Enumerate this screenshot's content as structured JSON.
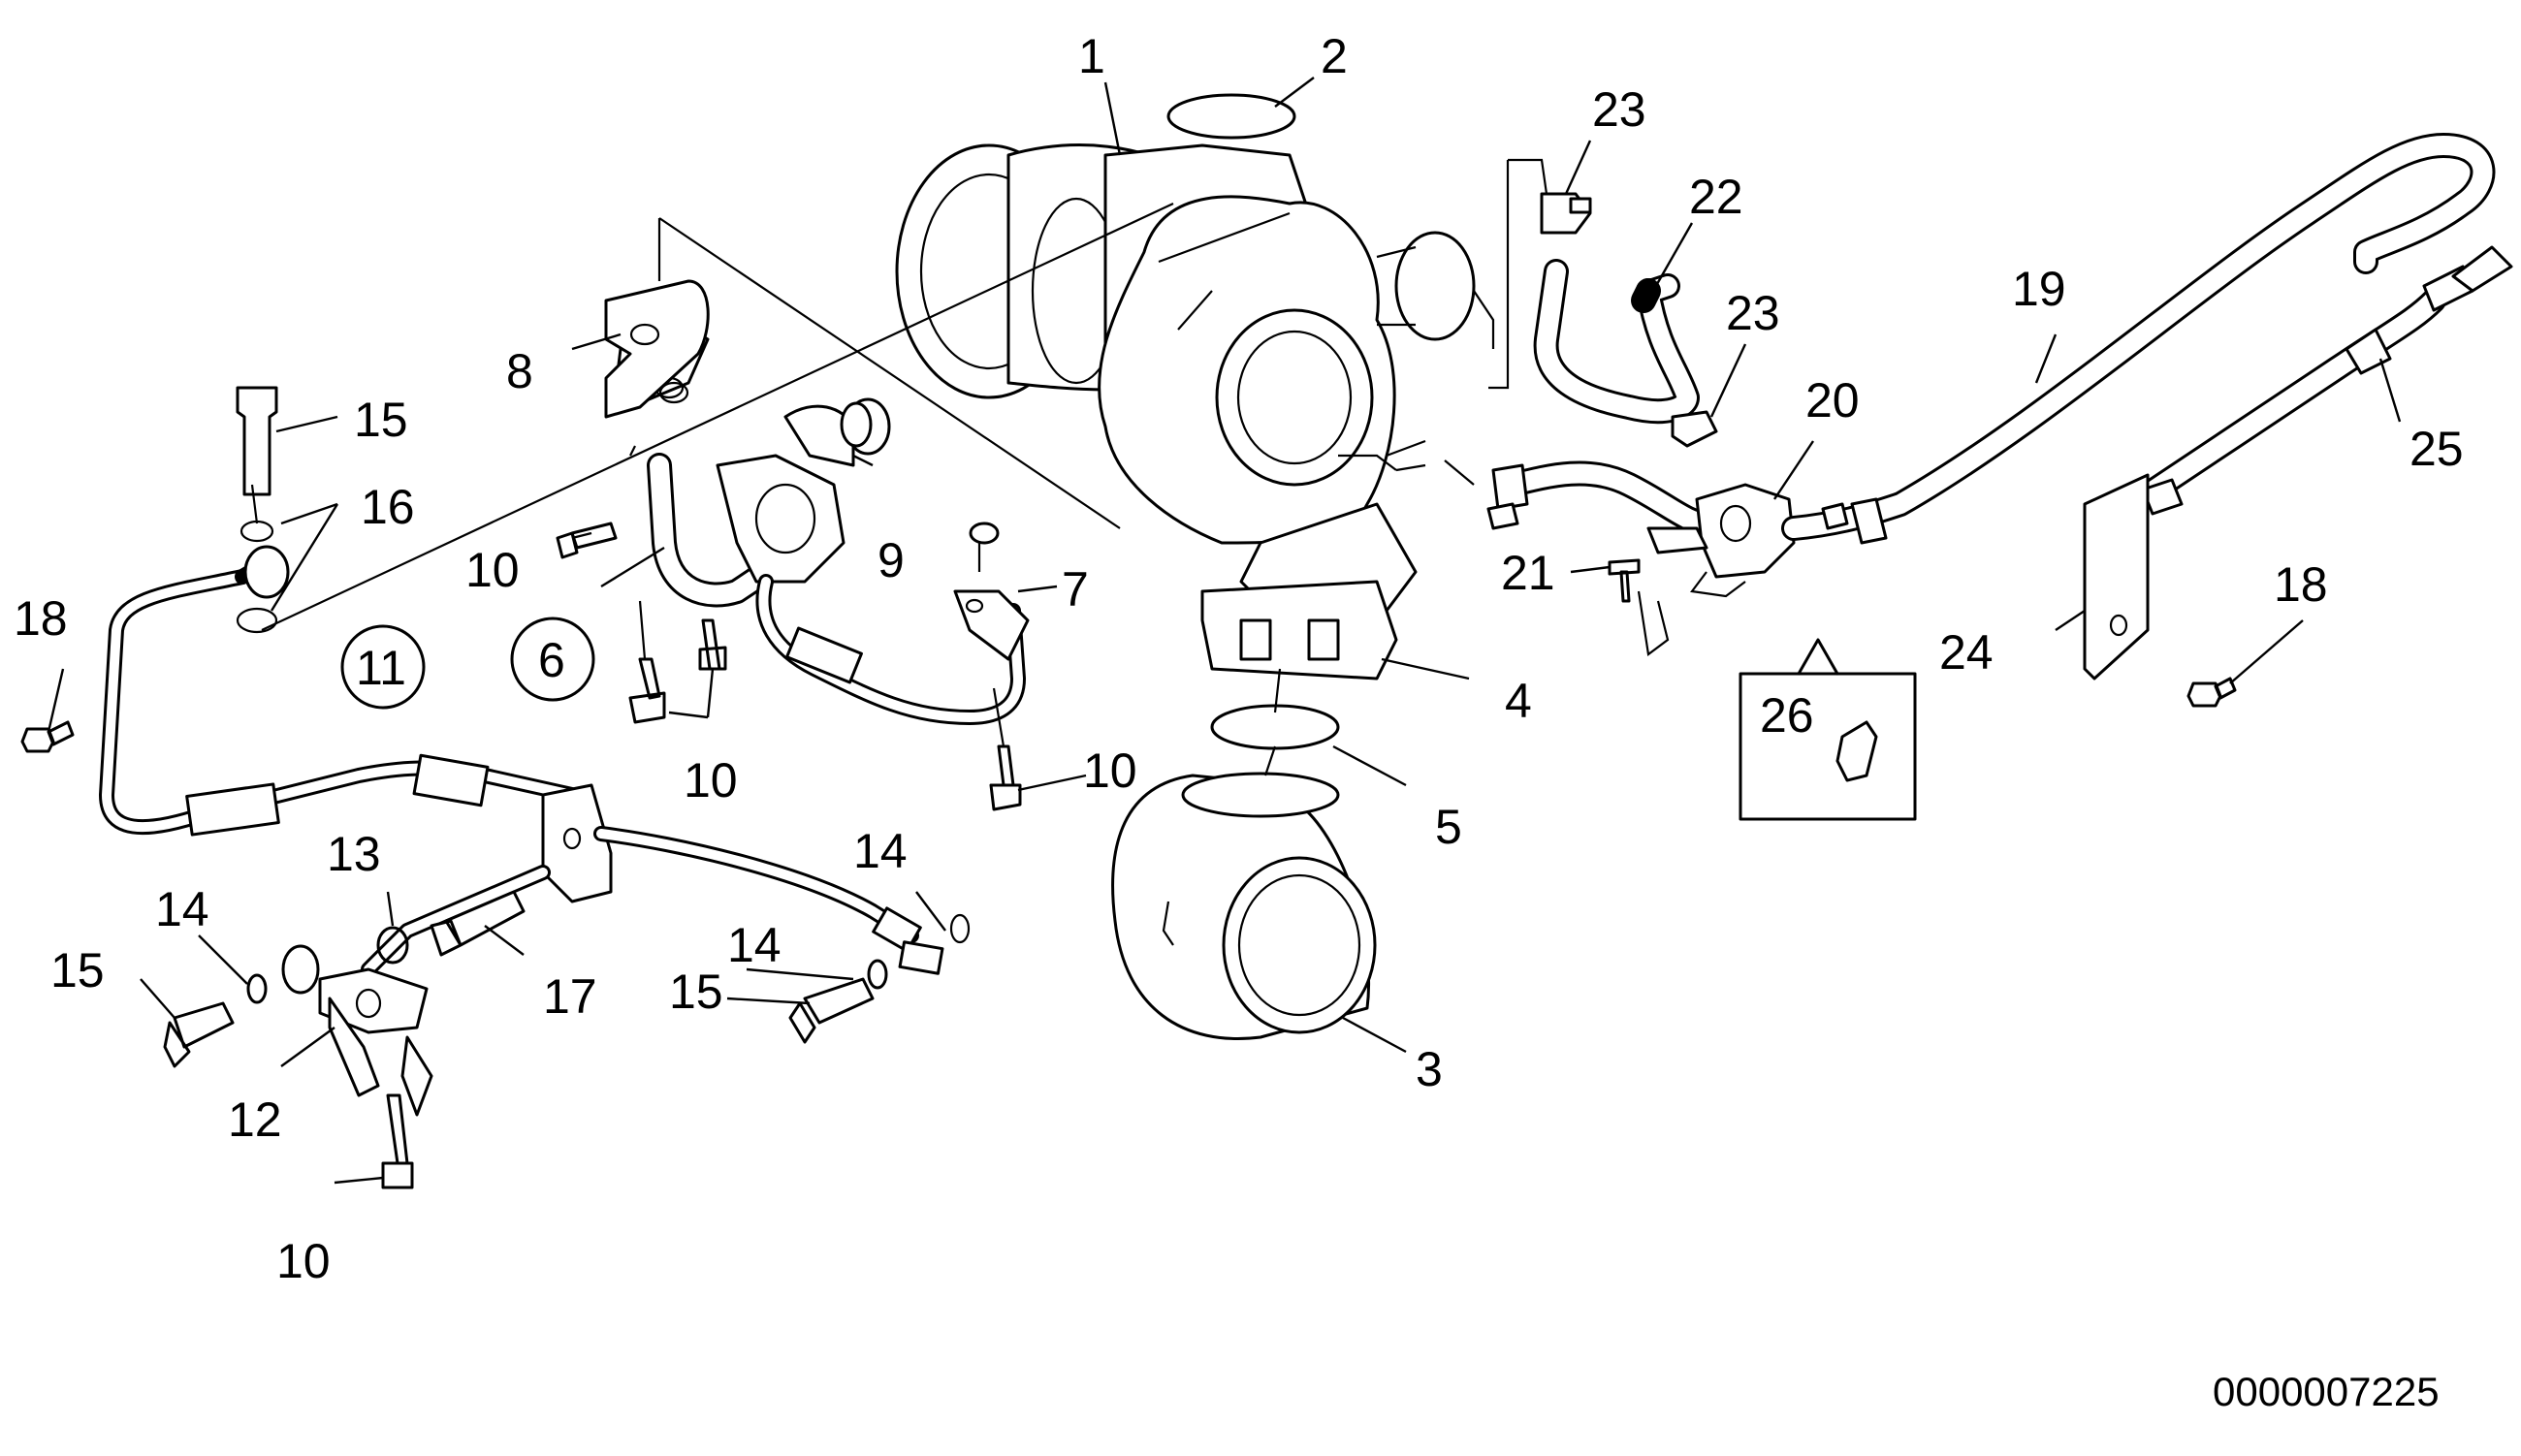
{
  "callouts": {
    "c1": "1",
    "c2": "2",
    "c3": "3",
    "c4": "4",
    "c5": "5",
    "c6": "6",
    "c7": "7",
    "c8": "8",
    "c9": "9",
    "c10a": "10",
    "c10b": "10",
    "c10c": "10",
    "c10d": "10",
    "c11": "11",
    "c12": "12",
    "c13": "13",
    "c14a": "14",
    "c14b": "14",
    "c14c": "14",
    "c15a": "15",
    "c15b": "15",
    "c15c": "15",
    "c16": "16",
    "c17": "17",
    "c18a": "18",
    "c18b": "18",
    "c19": "19",
    "c20": "20",
    "c21": "21",
    "c22": "22",
    "c23a": "23",
    "c23b": "23",
    "c24": "24",
    "c25": "25",
    "c26": "26"
  },
  "reference_number": "0000007225"
}
